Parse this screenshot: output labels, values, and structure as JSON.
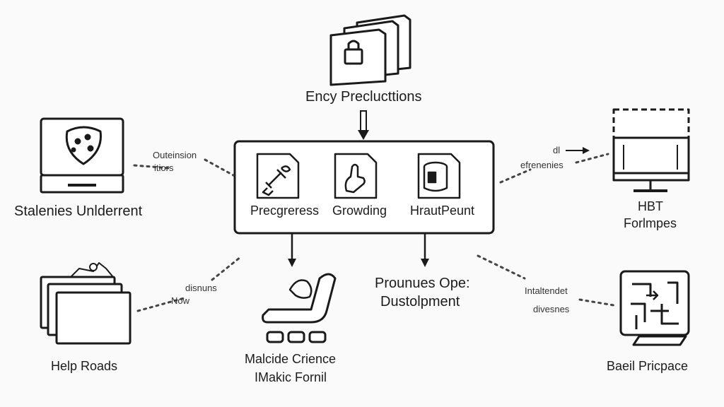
{
  "diagram": {
    "top_node": {
      "icon": "stacked-folders-lock-icon",
      "label": "Ency Preclucttions"
    },
    "central_hub": {
      "modules": [
        {
          "icon": "wrench-document-icon",
          "label": "Precgreress"
        },
        {
          "icon": "hand-document-icon",
          "label": "Growding"
        },
        {
          "icon": "database-document-icon",
          "label": "HrautPeunt"
        }
      ]
    },
    "left_top_node": {
      "icon": "monitor-shield-icon",
      "label": "Stalenies Unlderrent"
    },
    "left_top_connector": {
      "lines": [
        "Outeinsion",
        "itiors"
      ]
    },
    "left_bottom_node": {
      "icon": "stacked-screens-icon",
      "label": "Help Roads"
    },
    "left_bottom_connector": {
      "lines": [
        "disnuns",
        "Now"
      ]
    },
    "bottom_left_node": {
      "icon": "reclining-chair-icon",
      "lines": [
        "Malcide Crience",
        "IMakic Fornil"
      ]
    },
    "bottom_right_node": {
      "lines": [
        "Prounues Ope:",
        "Dustolpment"
      ]
    },
    "right_top_node": {
      "icon": "server-rack-icon",
      "lines": [
        "HBT",
        "Forlmpes"
      ]
    },
    "right_top_connector": {
      "lines": [
        "dl",
        "efrenenies"
      ]
    },
    "right_bottom_node": {
      "icon": "maze-puzzle-icon",
      "label": "Baeil Pricpace"
    },
    "right_bottom_connector": {
      "lines": [
        "Intaltendet",
        "divesnes"
      ]
    },
    "colors": {
      "stroke": "#1a1a1a",
      "background": "#fafafa",
      "dashed": "#444444"
    }
  }
}
